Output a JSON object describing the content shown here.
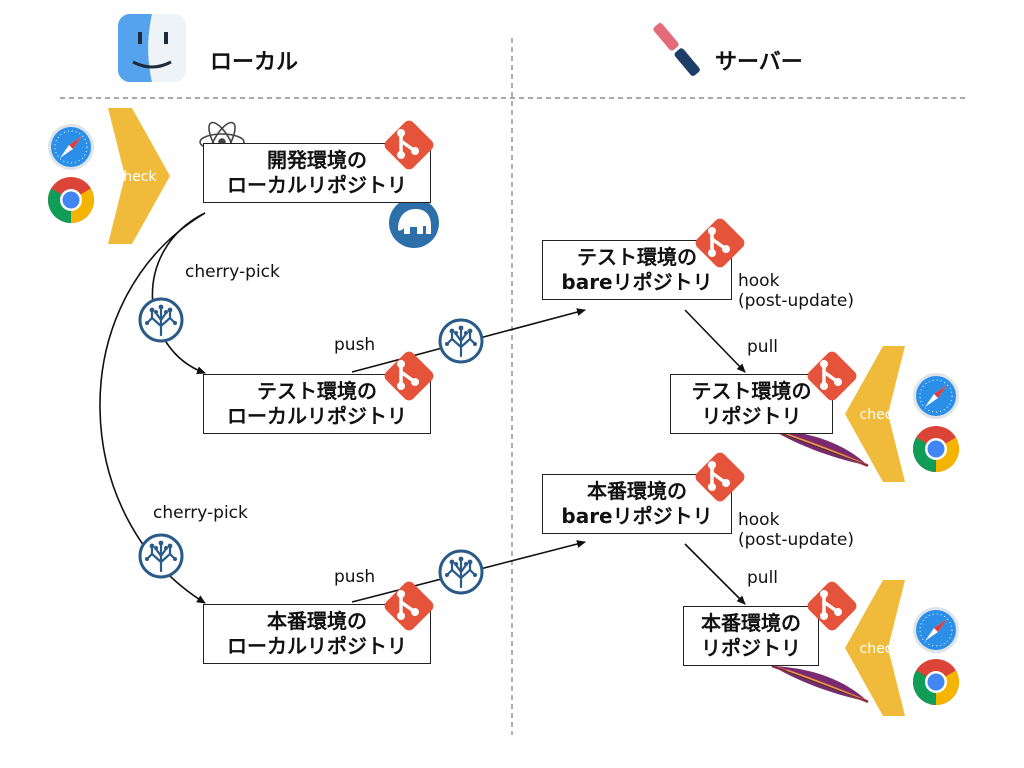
{
  "headings": {
    "local": "ローカル",
    "server": "サーバー"
  },
  "boxes": {
    "dev_local": {
      "line1": "開発環境の",
      "line2": "ローカルリポジトリ"
    },
    "test_local": {
      "line1": "テスト環境の",
      "line2": "ローカルリポジトリ"
    },
    "prod_local": {
      "line1": "本番環境の",
      "line2": "ローカルリポジトリ"
    },
    "test_bare": {
      "line1": "テスト環境の",
      "line2": "bareリポジトリ"
    },
    "prod_bare": {
      "line1": "本番環境の",
      "line2": "bareリポジトリ"
    },
    "test_repo": {
      "line1": "テスト環境の",
      "line2": "リポジトリ"
    },
    "prod_repo": {
      "line1": "本番環境の",
      "line2": "リポジトリ"
    }
  },
  "labels": {
    "cherry_pick_1": "cherry-pick",
    "cherry_pick_2": "cherry-pick",
    "push_1": "push",
    "push_2": "push",
    "hook_1": "hook",
    "post_update_1": "(post-update)",
    "hook_2": "hook",
    "post_update_2": "(post-update)",
    "pull_1": "pull",
    "pull_2": "pull",
    "check_1": "check",
    "check_2": "check",
    "check_3": "check"
  },
  "icons": [
    "finder-icon",
    "server-logo-icon",
    "git-icon",
    "atom-icon",
    "mamp-icon",
    "safari-icon",
    "chrome-icon",
    "sourcetree-icon",
    "apache-feather-icon"
  ],
  "colors": {
    "git": "#e4533a",
    "check_arrow": "#f0bb3b",
    "sourcetree": "#2a5b88",
    "mamp": "#2d6fa8"
  }
}
